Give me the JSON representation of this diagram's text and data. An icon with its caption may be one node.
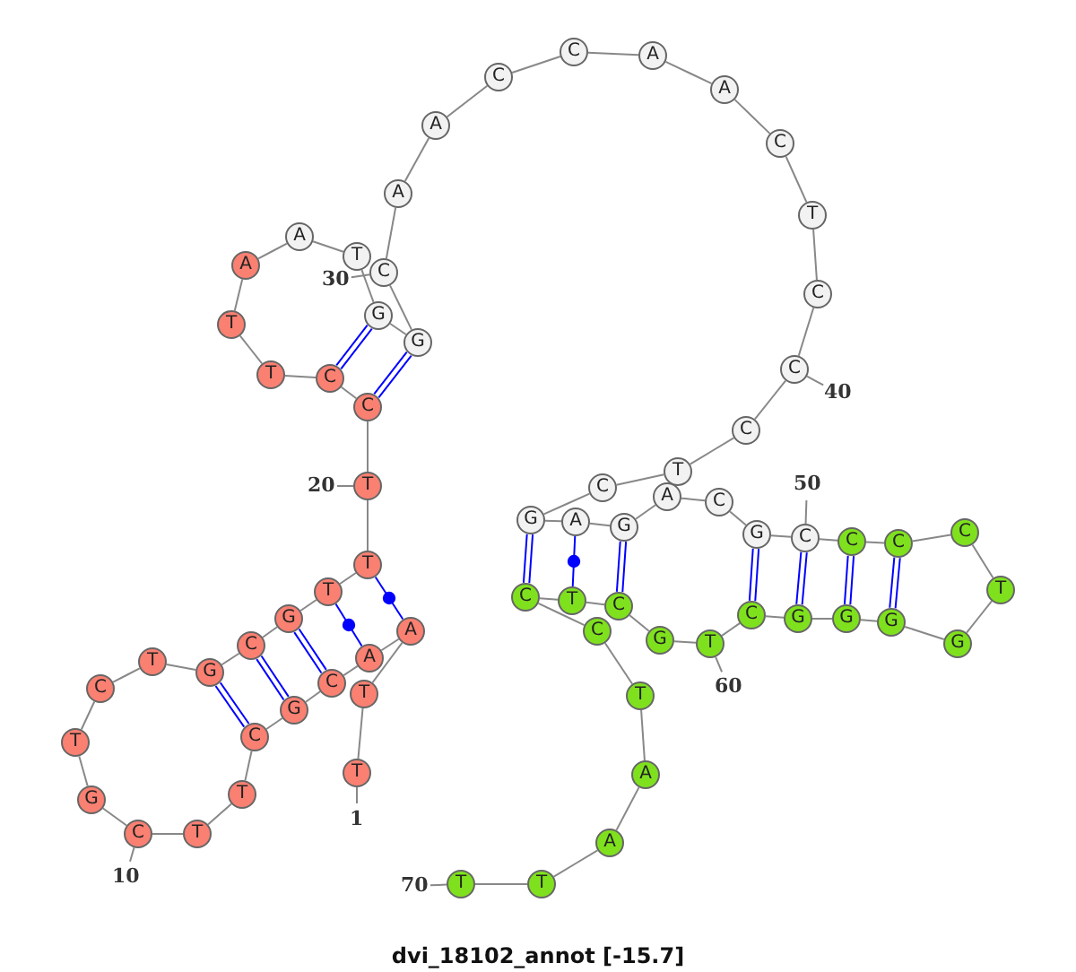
{
  "diagram": {
    "caption": "dvi_18102_annot [-15.7]",
    "nodes": [
      {
        "text": [
          "T"
        ]
      },
      {
        "text": [
          "T"
        ]
      },
      {
        "text": [
          "A"
        ]
      },
      {
        "text": [
          "A"
        ]
      },
      {
        "text": [
          "C"
        ]
      },
      {
        "text": [
          "G"
        ]
      },
      {
        "text": [
          "C"
        ]
      },
      {
        "text": [
          "T"
        ]
      },
      {
        "text": [
          "T"
        ]
      },
      {
        "text": [
          "C"
        ]
      },
      {
        "text": [
          "G"
        ]
      },
      {
        "text": [
          "T"
        ]
      },
      {
        "text": [
          "C"
        ]
      },
      {
        "text": [
          "T"
        ]
      },
      {
        "text": [
          "G"
        ]
      },
      {
        "text": [
          "C"
        ]
      },
      {
        "text": [
          "G"
        ]
      },
      {
        "text": [
          "T"
        ]
      },
      {
        "text": [
          "T"
        ]
      },
      {
        "text": [
          "T"
        ]
      },
      {
        "text": [
          "C"
        ]
      },
      {
        "text": [
          "C"
        ]
      },
      {
        "text": [
          "T"
        ]
      },
      {
        "text": [
          "T"
        ]
      },
      {
        "text": [
          "A"
        ]
      },
      {
        "text": [
          "A"
        ]
      },
      {
        "text": [
          "T"
        ]
      },
      {
        "text": [
          "G"
        ]
      },
      {
        "text": [
          "G"
        ]
      },
      {
        "text": [
          "C"
        ]
      },
      {
        "text": [
          "A"
        ]
      },
      {
        "text": [
          "A"
        ]
      },
      {
        "text": [
          "C"
        ]
      },
      {
        "text": [
          "C"
        ]
      },
      {
        "text": [
          "A"
        ]
      },
      {
        "text": [
          "A"
        ]
      },
      {
        "text": [
          "C"
        ]
      },
      {
        "text": [
          "T"
        ]
      },
      {
        "text": [
          "C"
        ]
      },
      {
        "text": [
          "C"
        ]
      },
      {
        "text": [
          "C"
        ]
      },
      {
        "text": [
          "T"
        ]
      },
      {
        "text": [
          "C"
        ]
      },
      {
        "text": [
          "G"
        ]
      },
      {
        "text": [
          "A"
        ]
      },
      {
        "text": [
          "G"
        ]
      },
      {
        "text": [
          "A"
        ]
      },
      {
        "text": [
          "C"
        ]
      },
      {
        "text": [
          "G"
        ]
      },
      {
        "text": [
          "C"
        ]
      },
      {
        "text": [
          "C"
        ]
      },
      {
        "text": [
          "C"
        ]
      },
      {
        "text": [
          "C"
        ]
      },
      {
        "text": [
          "T"
        ]
      },
      {
        "text": [
          "G"
        ]
      },
      {
        "text": [
          "G"
        ]
      },
      {
        "text": [
          "G"
        ]
      },
      {
        "text": [
          "G"
        ]
      },
      {
        "text": [
          "C"
        ]
      },
      {
        "text": [
          "T"
        ]
      },
      {
        "text": [
          "G"
        ]
      },
      {
        "text": [
          "C"
        ]
      },
      {
        "text": [
          "T"
        ]
      },
      {
        "text": [
          "C"
        ]
      },
      {
        "text": [
          "C"
        ]
      },
      {
        "text": [
          "T"
        ]
      },
      {
        "text": [
          "A"
        ]
      },
      {
        "text": [
          "A"
        ]
      },
      {
        "text": [
          "T"
        ]
      },
      {
        "text": [
          "T"
        ]
      },
      {
        "text": [
          "1"
        ]
      },
      {
        "text": [
          "10"
        ]
      },
      {
        "text": [
          "20"
        ]
      },
      {
        "text": [
          "30"
        ]
      },
      {
        "text": [
          "40"
        ]
      },
      {
        "text": [
          "50"
        ]
      },
      {
        "text": [
          "60"
        ]
      },
      {
        "text": [
          "70"
        ]
      }
    ],
    "edges": [
      {
        "from": 0,
        "to": 1,
        "arrow": "none"
      },
      {
        "from": 1,
        "to": 2,
        "arrow": "none"
      },
      {
        "from": 2,
        "to": 3,
        "arrow": "none"
      },
      {
        "from": 3,
        "to": 4,
        "arrow": "none"
      },
      {
        "from": 4,
        "to": 5,
        "arrow": "none"
      },
      {
        "from": 5,
        "to": 6,
        "arrow": "none"
      },
      {
        "from": 6,
        "to": 7,
        "arrow": "none"
      },
      {
        "from": 7,
        "to": 8,
        "arrow": "none"
      },
      {
        "from": 8,
        "to": 9,
        "arrow": "none"
      },
      {
        "from": 9,
        "to": 10,
        "arrow": "none"
      },
      {
        "from": 10,
        "to": 11,
        "arrow": "none"
      },
      {
        "from": 11,
        "to": 12,
        "arrow": "none"
      },
      {
        "from": 12,
        "to": 13,
        "arrow": "none"
      },
      {
        "from": 13,
        "to": 14,
        "arrow": "none"
      },
      {
        "from": 14,
        "to": 15,
        "arrow": "none"
      },
      {
        "from": 15,
        "to": 16,
        "arrow": "none"
      },
      {
        "from": 16,
        "to": 17,
        "arrow": "none"
      },
      {
        "from": 17,
        "to": 18,
        "arrow": "none"
      },
      {
        "from": 18,
        "to": 19,
        "arrow": "none"
      },
      {
        "from": 19,
        "to": 20,
        "arrow": "none"
      },
      {
        "from": 20,
        "to": 21,
        "arrow": "none"
      },
      {
        "from": 21,
        "to": 22,
        "arrow": "none"
      },
      {
        "from": 22,
        "to": 23,
        "arrow": "none"
      },
      {
        "from": 23,
        "to": 24,
        "arrow": "none"
      },
      {
        "from": 24,
        "to": 25,
        "arrow": "none"
      },
      {
        "from": 25,
        "to": 26,
        "arrow": "none"
      },
      {
        "from": 26,
        "to": 27,
        "arrow": "none"
      },
      {
        "from": 27,
        "to": 28,
        "arrow": "none"
      },
      {
        "from": 28,
        "to": 29,
        "arrow": "none"
      },
      {
        "from": 29,
        "to": 30,
        "arrow": "none"
      },
      {
        "from": 30,
        "to": 31,
        "arrow": "none"
      },
      {
        "from": 31,
        "to": 32,
        "arrow": "none"
      },
      {
        "from": 32,
        "to": 33,
        "arrow": "none"
      },
      {
        "from": 33,
        "to": 34,
        "arrow": "none"
      },
      {
        "from": 34,
        "to": 35,
        "arrow": "none"
      },
      {
        "from": 35,
        "to": 36,
        "arrow": "none"
      },
      {
        "from": 36,
        "to": 37,
        "arrow": "none"
      },
      {
        "from": 37,
        "to": 38,
        "arrow": "none"
      },
      {
        "from": 38,
        "to": 39,
        "arrow": "none"
      },
      {
        "from": 39,
        "to": 40,
        "arrow": "none"
      },
      {
        "from": 40,
        "to": 41,
        "arrow": "none"
      },
      {
        "from": 41,
        "to": 42,
        "arrow": "none"
      },
      {
        "from": 42,
        "to": 43,
        "arrow": "none"
      },
      {
        "from": 43,
        "to": 44,
        "arrow": "none"
      },
      {
        "from": 44,
        "to": 45,
        "arrow": "none"
      },
      {
        "from": 45,
        "to": 46,
        "arrow": "none"
      },
      {
        "from": 46,
        "to": 47,
        "arrow": "none"
      },
      {
        "from": 47,
        "to": 48,
        "arrow": "none"
      },
      {
        "from": 48,
        "to": 49,
        "arrow": "none"
      },
      {
        "from": 49,
        "to": 50,
        "arrow": "none"
      },
      {
        "from": 50,
        "to": 51,
        "arrow": "none"
      },
      {
        "from": 51,
        "to": 52,
        "arrow": "none"
      },
      {
        "from": 52,
        "to": 53,
        "arrow": "none"
      },
      {
        "from": 53,
        "to": 54,
        "arrow": "none"
      },
      {
        "from": 54,
        "to": 55,
        "arrow": "none"
      },
      {
        "from": 55,
        "to": 56,
        "arrow": "none"
      },
      {
        "from": 56,
        "to": 57,
        "arrow": "none"
      },
      {
        "from": 57,
        "to": 58,
        "arrow": "none"
      },
      {
        "from": 58,
        "to": 59,
        "arrow": "none"
      },
      {
        "from": 59,
        "to": 60,
        "arrow": "none"
      },
      {
        "from": 60,
        "to": 61,
        "arrow": "none"
      },
      {
        "from": 61,
        "to": 62,
        "arrow": "none"
      },
      {
        "from": 62,
        "to": 63,
        "arrow": "none"
      },
      {
        "from": 63,
        "to": 64,
        "arrow": "none"
      },
      {
        "from": 64,
        "to": 65,
        "arrow": "none"
      },
      {
        "from": 65,
        "to": 66,
        "arrow": "none"
      },
      {
        "from": 66,
        "to": 67,
        "arrow": "none"
      },
      {
        "from": 67,
        "to": 68,
        "arrow": "none"
      },
      {
        "from": 68,
        "to": 69,
        "arrow": "none"
      },
      {
        "from": 2,
        "to": 18,
        "arrow": "none",
        "color": "#0000ff"
      },
      {
        "from": 3,
        "to": 17,
        "arrow": "none",
        "color": "#0000ff"
      },
      {
        "from": 4,
        "to": 16,
        "arrow": "none",
        "color": "#0000ff"
      },
      {
        "from": 5,
        "to": 15,
        "arrow": "none",
        "color": "#0000ff"
      },
      {
        "from": 6,
        "to": 14,
        "arrow": "none",
        "color": "#0000ff"
      },
      {
        "from": 20,
        "to": 28,
        "arrow": "none",
        "color": "#0000ff"
      },
      {
        "from": 21,
        "to": 27,
        "arrow": "none",
        "color": "#0000ff"
      },
      {
        "from": 43,
        "to": 63,
        "arrow": "none",
        "color": "#0000ff"
      },
      {
        "from": 44,
        "to": 62,
        "arrow": "none",
        "color": "#0000ff"
      },
      {
        "from": 45,
        "to": 61,
        "arrow": "none",
        "color": "#0000ff"
      },
      {
        "from": 48,
        "to": 58,
        "arrow": "none",
        "color": "#0000ff"
      },
      {
        "from": 49,
        "to": 57,
        "arrow": "none",
        "color": "#0000ff"
      },
      {
        "from": 50,
        "to": 56,
        "arrow": "none",
        "color": "#0000ff"
      },
      {
        "from": 51,
        "to": 55,
        "arrow": "none",
        "color": "#0000ff"
      },
      {
        "from": 70,
        "to": 0,
        "arrow": "none"
      },
      {
        "from": 71,
        "to": 9,
        "arrow": "none"
      },
      {
        "from": 72,
        "to": 19,
        "arrow": "none"
      },
      {
        "from": 73,
        "to": 29,
        "arrow": "none"
      },
      {
        "from": 74,
        "to": 39,
        "arrow": "none"
      },
      {
        "from": 75,
        "to": 49,
        "arrow": "none"
      },
      {
        "from": 76,
        "to": 59,
        "arrow": "none"
      },
      {
        "from": 77,
        "to": 69,
        "arrow": "none"
      }
    ]
  }
}
